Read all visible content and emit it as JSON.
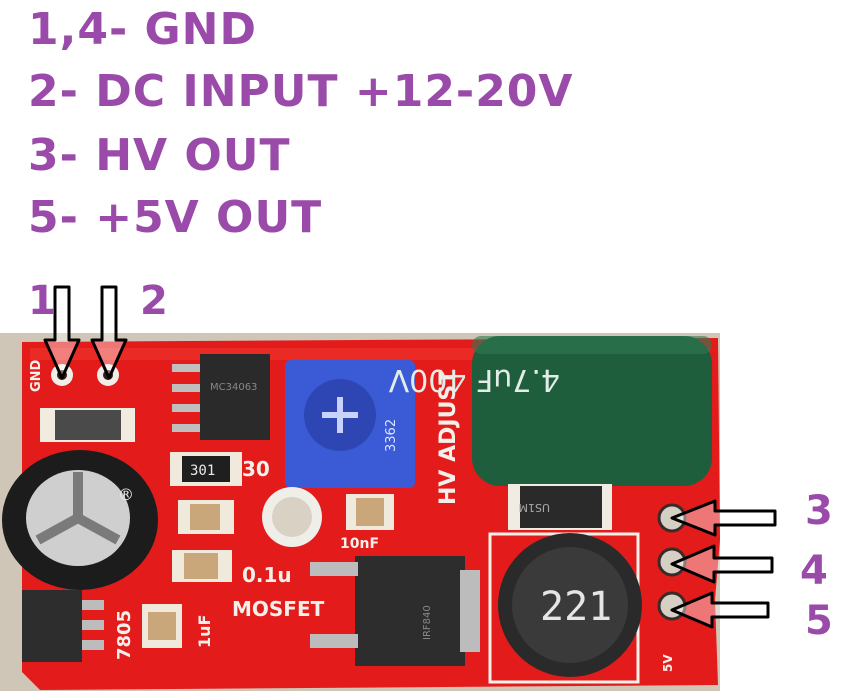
{
  "legend": {
    "line1": "1,4- GND",
    "line2": "2- DC INPUT +12-20V",
    "line3": "3- HV OUT",
    "line4": "5- +5V OUT"
  },
  "pins": {
    "p1": "1",
    "p2": "2",
    "p3": "3",
    "p4": "4",
    "p5": "5"
  },
  "board_labels": {
    "gnd": "GND",
    "hv_adjust": "HV ADJUST",
    "cap_rating": "4.7uF 400V",
    "trimmer": "3362",
    "resistor": "301",
    "mosfet": "MOSFET",
    "cap_01u": "0.1u",
    "cap_1uf": "1uF",
    "cap_10nf": "10nF",
    "inductor": "221",
    "regulator": "7805",
    "v5": "5V",
    "diode": "US1M",
    "ic_text": "MC34063",
    "mosfet_part": "IRF840",
    "thirty": "30"
  },
  "colors": {
    "legend_text": "#9a4aa8",
    "pcb_red": "#e41b1b",
    "silkscreen": "#f3f0ea"
  }
}
